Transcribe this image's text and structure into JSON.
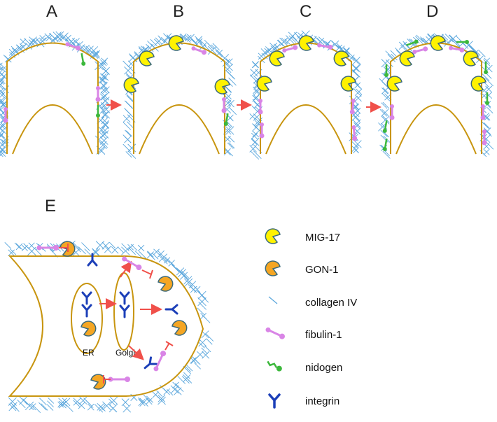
{
  "panels": {
    "a": "A",
    "b": "B",
    "c": "C",
    "d": "D",
    "e": "E"
  },
  "compartments": {
    "er": "ER",
    "golgi": "Golgi"
  },
  "legend": [
    {
      "key": "mig17",
      "label": "MIG-17",
      "icon": "mig17-icon",
      "color": "#fff200"
    },
    {
      "key": "gon1",
      "label": "GON-1",
      "icon": "gon1-icon",
      "color": "#f5a623"
    },
    {
      "key": "collagen",
      "label": "collagen IV",
      "icon": "collagen-icon",
      "color": "#5aa6dc"
    },
    {
      "key": "fibulin",
      "label": "fibulin-1",
      "icon": "fibulin-icon",
      "color": "#d985e6"
    },
    {
      "key": "nidogen",
      "label": "nidogen",
      "icon": "nidogen-icon",
      "color": "#3cb83c"
    },
    {
      "key": "integrin",
      "label": "integrin",
      "icon": "integrin-icon",
      "color": "#1c3fb8"
    }
  ],
  "colors": {
    "cell_outline": "#c8950f",
    "arrow": "#f0504a",
    "pac_edge": "#3c6a7a"
  }
}
